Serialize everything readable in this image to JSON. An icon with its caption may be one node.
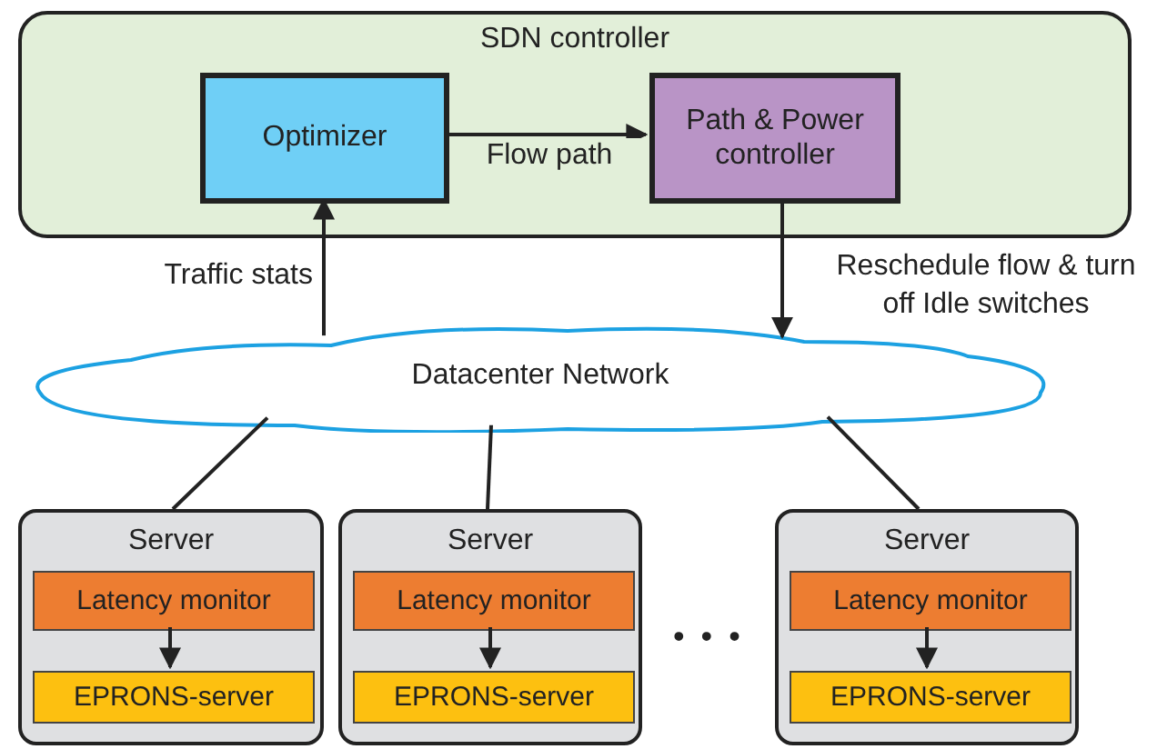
{
  "diagram": {
    "nodes": [
      {
        "text": [
          "SDN controller"
        ]
      },
      {
        "text": [
          "Optimizer"
        ],
        "in": 0
      },
      {
        "text": [
          "Path & Power controller"
        ],
        "in": 0
      },
      {
        "text": [
          "Datacenter Network"
        ]
      },
      {
        "text": [
          "Server"
        ]
      },
      {
        "text": [
          "Latency monitor"
        ],
        "in": 4
      },
      {
        "text": [
          "EPRONS-server"
        ],
        "in": 4
      },
      {
        "text": [
          "Server"
        ]
      },
      {
        "text": [
          "Latency monitor"
        ],
        "in": 7
      },
      {
        "text": [
          "EPRONS-server"
        ],
        "in": 7
      },
      {
        "text": [
          "Server"
        ]
      },
      {
        "text": [
          "Latency monitor"
        ],
        "in": 10
      },
      {
        "text": [
          "EPRONS-server"
        ],
        "in": 10
      }
    ],
    "edges": [
      {
        "from": 1,
        "to": 2,
        "arrow": "to",
        "label": "Flow path"
      },
      {
        "from": 3,
        "to": 1,
        "arrow": "to",
        "label": "Traffic stats"
      },
      {
        "from": 2,
        "to": 3,
        "arrow": "to",
        "label": "Reschedule flow & turn off Idle switches"
      },
      {
        "from": 3,
        "to": 4,
        "arrow": "none"
      },
      {
        "from": 3,
        "to": 7,
        "arrow": "none"
      },
      {
        "from": 3,
        "to": 10,
        "arrow": "none"
      },
      {
        "from": 5,
        "to": 6,
        "arrow": "to"
      },
      {
        "from": 8,
        "to": 9,
        "arrow": "to"
      },
      {
        "from": 11,
        "to": 12,
        "arrow": "to"
      }
    ],
    "labels": [
      "• • •"
    ]
  }
}
